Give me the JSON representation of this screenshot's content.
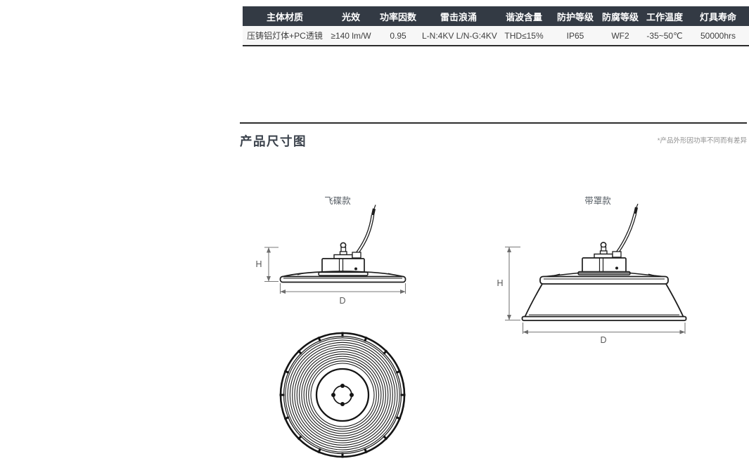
{
  "spec_table": {
    "columns": [
      {
        "header": "主体材质",
        "value": "压铸铝灯体+PC透镜"
      },
      {
        "header": "光效",
        "value": "≥140 lm/W"
      },
      {
        "header": "功率因数",
        "value": "0.95"
      },
      {
        "header": "雷击浪涌",
        "value": "L-N:4KV L/N-G:4KV"
      },
      {
        "header": "谐波含量",
        "value": "THD≤15%"
      },
      {
        "header": "防护等级",
        "value": "IP65"
      },
      {
        "header": "防腐等级",
        "value": "WF2"
      },
      {
        "header": "工作温度",
        "value": "-35~50℃"
      },
      {
        "header": "灯具寿命",
        "value": "50000hrs"
      }
    ],
    "header_bg": "#333a44",
    "header_text_color": "#ffffff",
    "row_bg": "#f7f7f7",
    "row_text_color": "#3f3f3f",
    "bottom_border_color": "#2b2b2b"
  },
  "dimension_section": {
    "title": "产品尺寸图",
    "note": "*产品外形因功率不同而有差异",
    "diagrams": {
      "ufo": {
        "label": "飞碟款",
        "height_label": "H",
        "diameter_label": "D"
      },
      "shaded": {
        "label": "带罩款",
        "height_label": "H",
        "diameter_label": "D"
      }
    }
  }
}
